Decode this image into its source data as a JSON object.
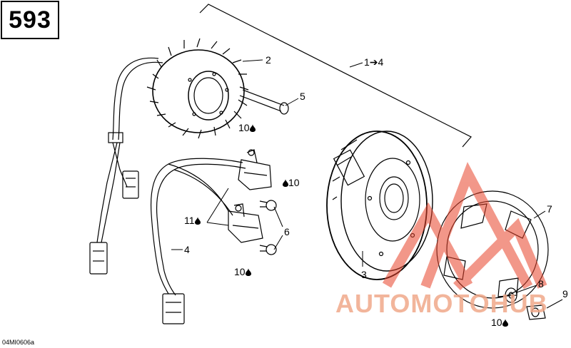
{
  "page_number": "593",
  "figure_code": "04MI0606a",
  "watermark": "AUTOMOTOHUB",
  "callouts": {
    "c1": "1➔4",
    "c2": "2",
    "c3": "3",
    "c4": "4",
    "c5": "5",
    "c6": "6",
    "c7": "7",
    "c8": "8",
    "c9": "9",
    "t1": "10",
    "t2": "10",
    "t3": "11",
    "t4": "10",
    "t5": "10"
  },
  "colors": {
    "line": "#000000",
    "watermark": "#e8432a"
  },
  "icons": [
    "drop-icon"
  ]
}
